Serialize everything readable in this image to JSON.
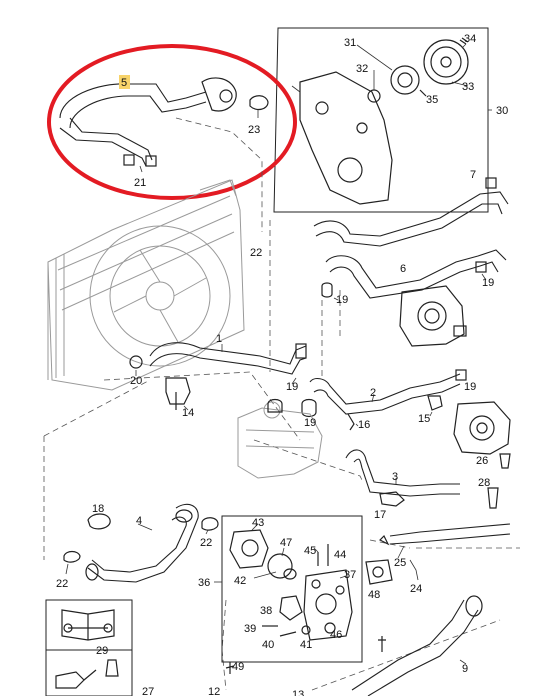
{
  "highlight": {
    "color": "#e31b23",
    "label_bg": "#f7d36a"
  },
  "callouts": {
    "c1": "1",
    "c2": "2",
    "c3": "3",
    "c4": "4",
    "c5": "5",
    "c6": "6",
    "c7": "7",
    "c9": "9",
    "c12": "12",
    "c13": "13",
    "c14": "14",
    "c15": "15",
    "c16": "16",
    "c17": "17",
    "c18": "18",
    "c19a": "19",
    "c19b": "19",
    "c19c": "19",
    "c19d": "19",
    "c19e": "19",
    "c20": "20",
    "c21": "21",
    "c22a": "22",
    "c22b": "22",
    "c22c": "22",
    "c23": "23",
    "c24": "24",
    "c25": "25",
    "c26": "26",
    "c27": "27",
    "c28": "28",
    "c29": "29",
    "c30": "30",
    "c31": "31",
    "c32": "32",
    "c33": "33",
    "c34": "34",
    "c35": "35",
    "c36": "36",
    "c37": "37",
    "c38": "38",
    "c39": "39",
    "c40": "40",
    "c41": "41",
    "c42": "42",
    "c43": "43",
    "c44": "44",
    "c45": "45",
    "c46": "46",
    "c47": "47",
    "c48": "48",
    "c49": "49"
  },
  "icons": {
    "manual": "open-book-wrench-icon",
    "oil": "oil-can-icon"
  }
}
